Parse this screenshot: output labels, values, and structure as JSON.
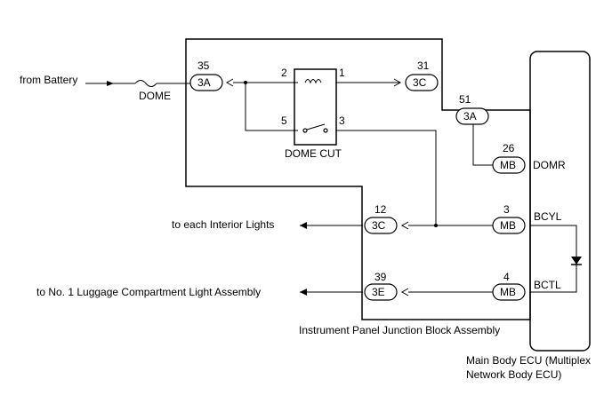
{
  "inputs": {
    "battery": "from Battery"
  },
  "fuse": {
    "label": "DOME"
  },
  "relay": {
    "label": "DOME CUT",
    "pin_coil_in": "2",
    "pin_coil_out": "1",
    "pin_sw_in": "5",
    "pin_sw_out": "3"
  },
  "junction_block": {
    "label": "Instrument Panel Junction Block Assembly",
    "conn_in": {
      "pin": "35",
      "code": "3A"
    },
    "conn_relay_out": {
      "pin": "31",
      "code": "3C"
    },
    "conn_interior": {
      "pin": "12",
      "code": "3C"
    },
    "conn_luggage": {
      "pin": "39",
      "code": "3E"
    }
  },
  "ecu": {
    "label_line1": "Main Body ECU (Multiplex",
    "label_line2": "Network Body ECU)",
    "conn_51": {
      "pin": "51",
      "code": "3A"
    },
    "conn_26": {
      "pin": "26",
      "code": "MB",
      "signal": "DOMR"
    },
    "conn_3": {
      "pin": "3",
      "code": "MB",
      "signal": "BCYL"
    },
    "conn_4": {
      "pin": "4",
      "code": "MB",
      "signal": "BCTL"
    }
  },
  "outputs": {
    "interior": "to each Interior Lights",
    "luggage": "to No. 1 Luggage Compartment Light Assembly"
  }
}
